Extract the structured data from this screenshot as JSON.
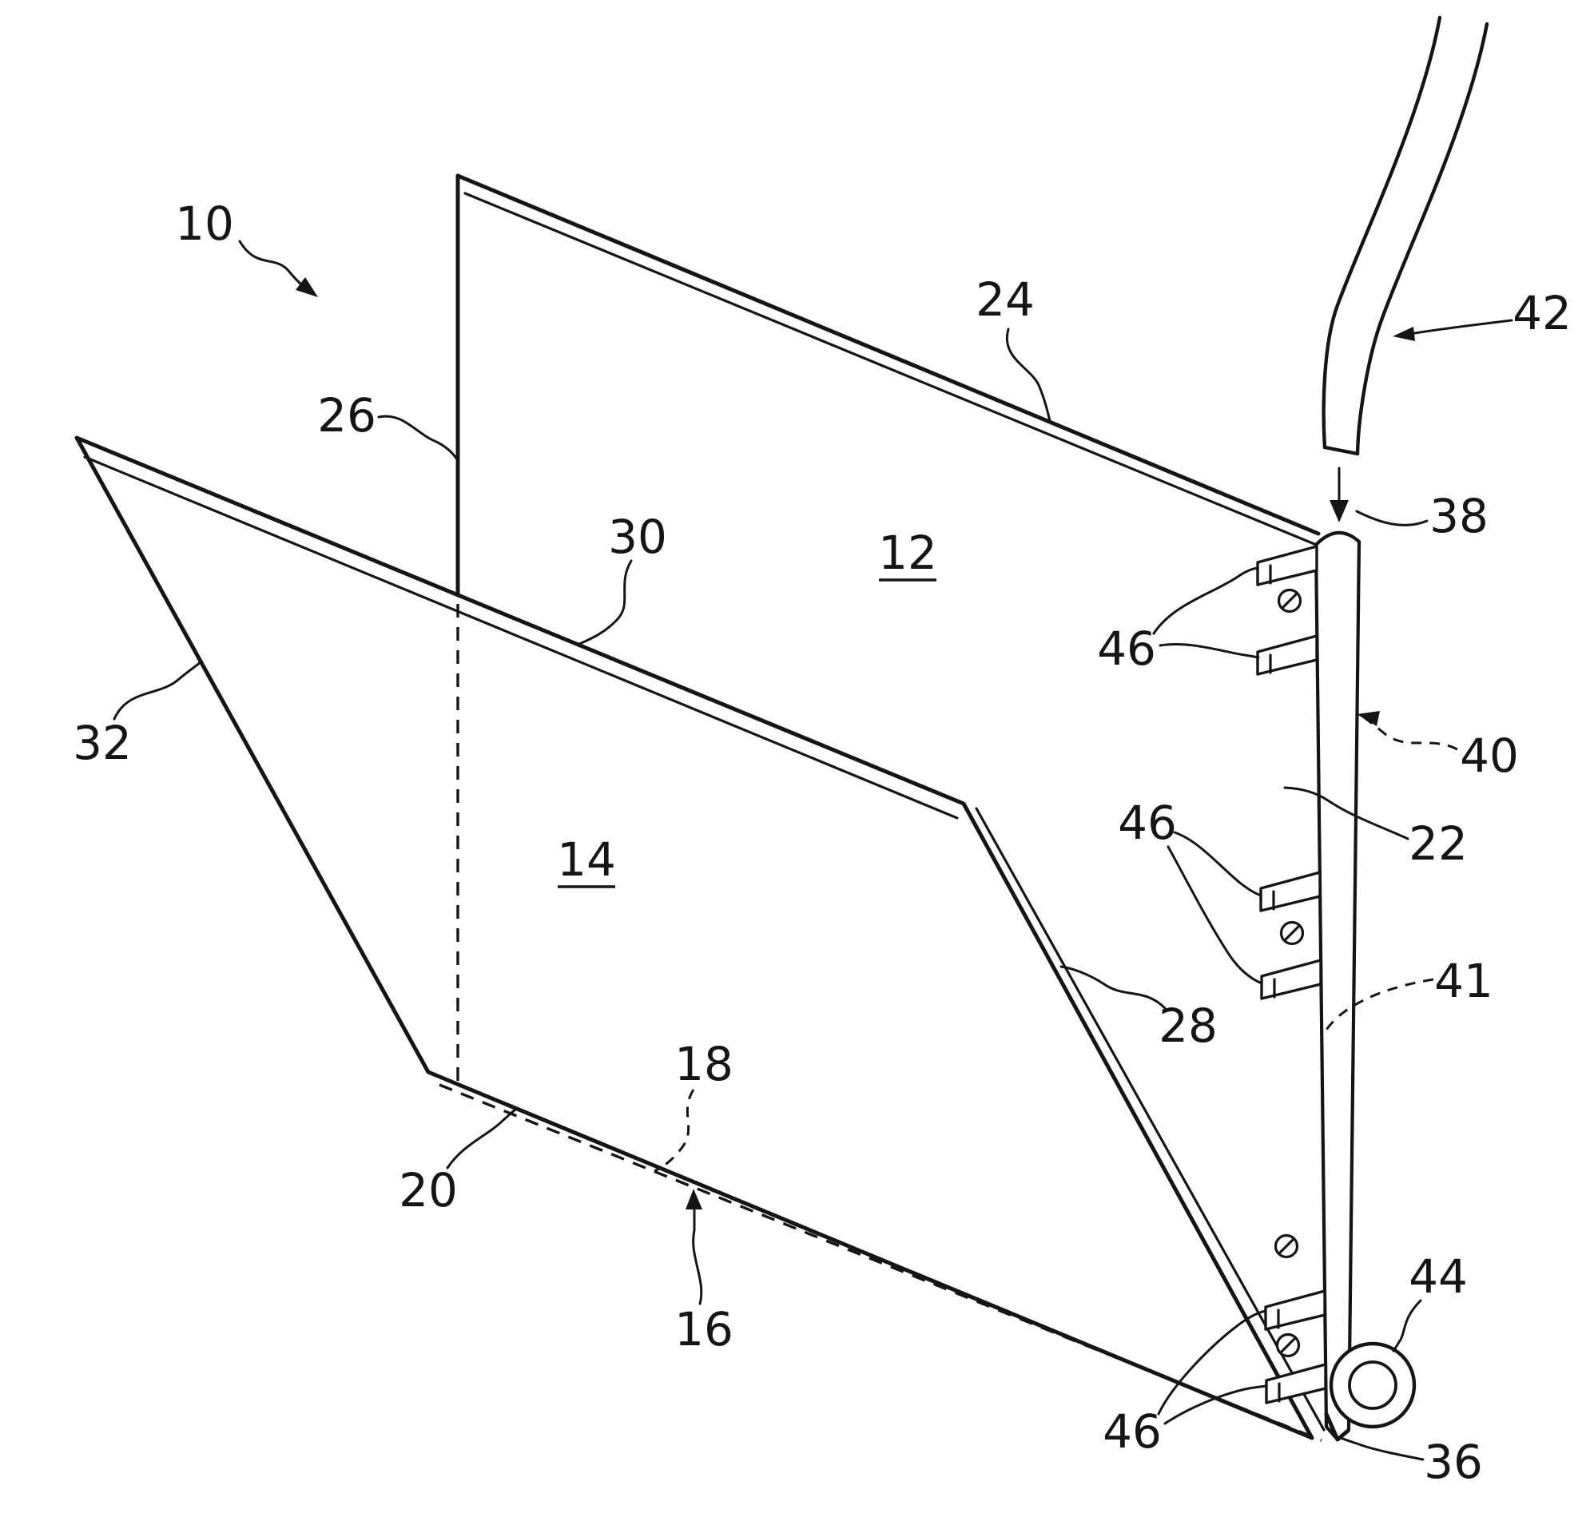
{
  "style": {
    "ink": "#151515",
    "background": "#ffffff"
  },
  "labels": {
    "ref10": "10",
    "ref12": "12",
    "ref14": "14",
    "ref16": "16",
    "ref18": "18",
    "ref20": "20",
    "ref22": "22",
    "ref24": "24",
    "ref26": "26",
    "ref28": "28",
    "ref30": "30",
    "ref32": "32",
    "ref36": "36",
    "ref38": "38",
    "ref40": "40",
    "ref41": "41",
    "ref42": "42",
    "ref44": "44",
    "ref46_top": "46",
    "ref46_middle": "46",
    "ref46_bottom": "46"
  }
}
